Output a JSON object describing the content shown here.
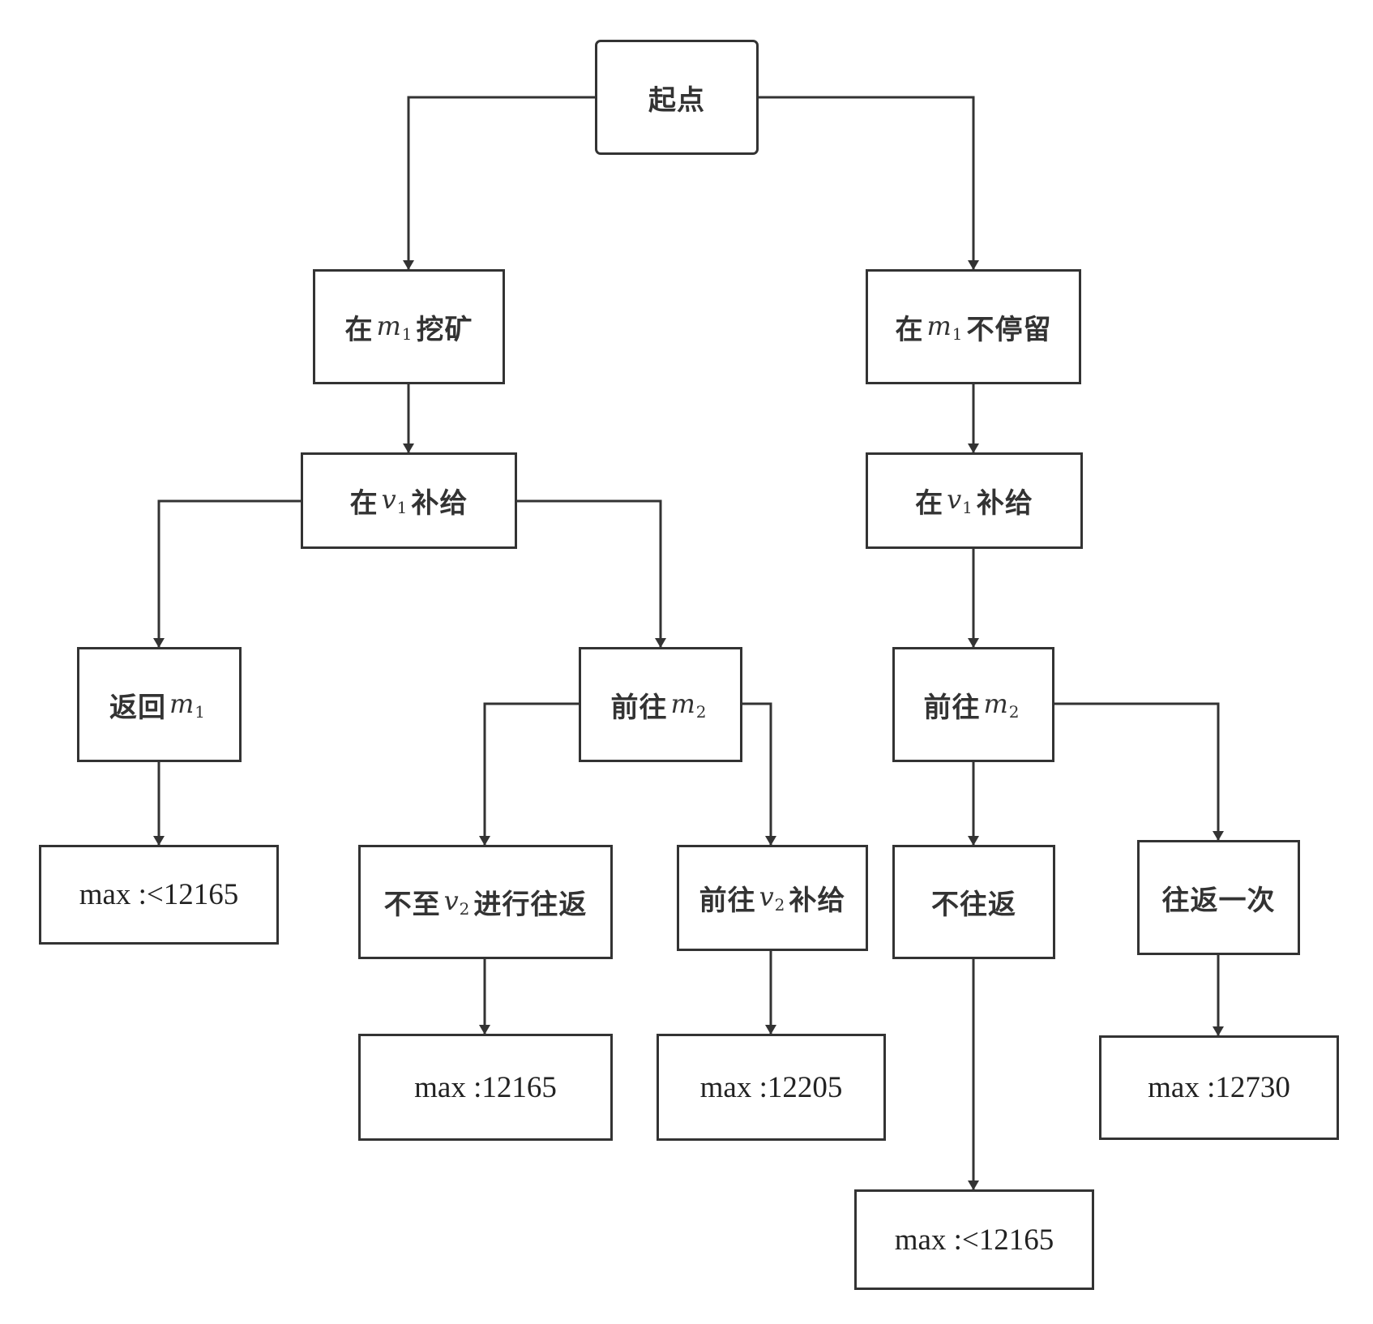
{
  "colors": {
    "stroke": "#333333",
    "text": "#333333",
    "background": "#ffffff"
  },
  "nodes": {
    "start": {
      "text": "起点"
    },
    "mine_m1": {
      "pre": "在",
      "var": "m",
      "sub": "1",
      "post": "挖矿"
    },
    "nostay_m1": {
      "pre": "在",
      "var": "m",
      "sub": "1",
      "post": "不停留"
    },
    "supply_v1_left": {
      "pre": "在",
      "var": "v",
      "sub": "1",
      "post": "补给"
    },
    "supply_v1_right": {
      "pre": "在",
      "var": "v",
      "sub": "1",
      "post": "补给"
    },
    "return_m1": {
      "pre": "返回",
      "var": "m",
      "sub": "1",
      "post": ""
    },
    "goto_m2_left": {
      "pre": "前往",
      "var": "m",
      "sub": "2",
      "post": ""
    },
    "goto_m2_right": {
      "pre": "前往",
      "var": "m",
      "sub": "2",
      "post": ""
    },
    "result_return": {
      "text": "max :<12165"
    },
    "no_v2_roundtrip": {
      "pre": "不至",
      "var": "v",
      "sub": "2",
      "post": "进行往返"
    },
    "goto_v2_supply": {
      "pre": "前往",
      "var": "v",
      "sub": "2",
      "post": "补给"
    },
    "no_roundtrip": {
      "text": "不往返"
    },
    "roundtrip_once": {
      "text": "往返一次"
    },
    "result_no_v2": {
      "text": "max :12165"
    },
    "result_v2": {
      "text": "max :12205"
    },
    "result_roundtrip": {
      "text": "max :12730"
    },
    "result_no_roundtrip": {
      "text": "max :<12165"
    }
  }
}
